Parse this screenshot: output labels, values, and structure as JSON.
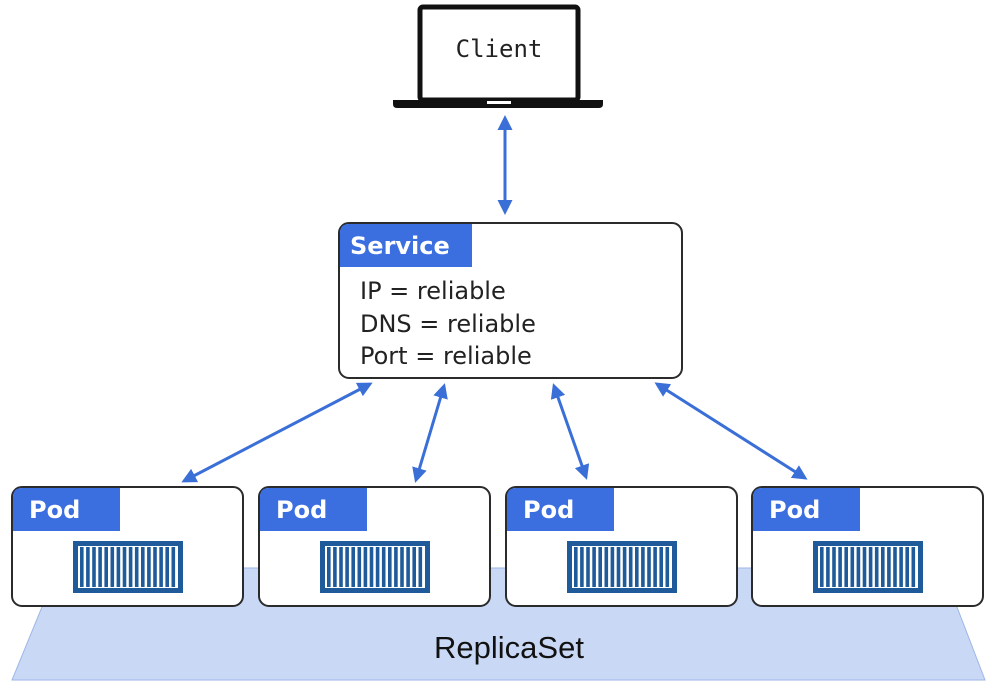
{
  "client": {
    "label": "Client"
  },
  "service": {
    "title": "Service",
    "properties": [
      "IP = reliable",
      "DNS = reliable",
      "Port = reliable"
    ]
  },
  "pods": [
    {
      "label": "Pod"
    },
    {
      "label": "Pod"
    },
    {
      "label": "Pod"
    },
    {
      "label": "Pod"
    }
  ],
  "replicaset": {
    "label": "ReplicaSet"
  },
  "colors": {
    "accent": "#3b6fe0",
    "arrow": "#3a6fd8",
    "container": "#1f5b9a",
    "replicaset_fill": "#c9d9f5",
    "border": "#2b2b2b"
  }
}
